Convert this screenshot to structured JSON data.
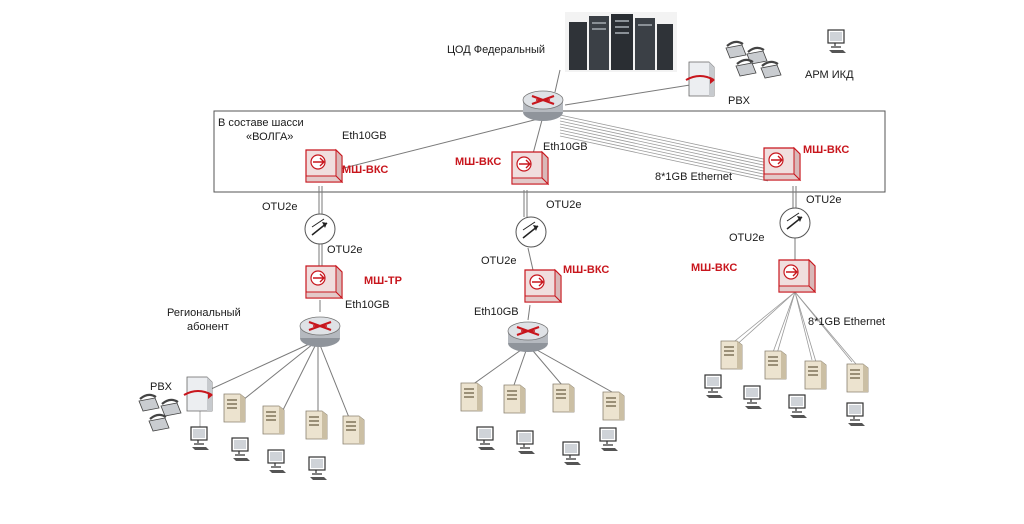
{
  "labels": {
    "data_center": "ЦОД Федеральный",
    "chassis_line1": "В составе шасси",
    "chassis_line2": "«ВОЛГА»",
    "pbx": "PBX",
    "arm": "АРМ ИКД",
    "eth10gb": "Eth10GB",
    "ethernet_8x1gb": "8*1GB Ethernet",
    "otu2e": "OTU2e",
    "msh_vks": "МШ-ВКС",
    "msh_tr": "МШ-ТР",
    "regional_line1": "Региональный",
    "regional_line2": "абонент"
  },
  "colors": {
    "device_red": "#c8161d",
    "router_gray": "#9a9fa6",
    "server_beige": "#e8dcc0",
    "line_gray": "#7a7a7a"
  },
  "icons": [
    "server-rack-icon",
    "router-icon",
    "pbx-icon",
    "phone-icon",
    "workstation-icon",
    "server-icon",
    "optical-mux-icon",
    "chassis-module-icon"
  ]
}
